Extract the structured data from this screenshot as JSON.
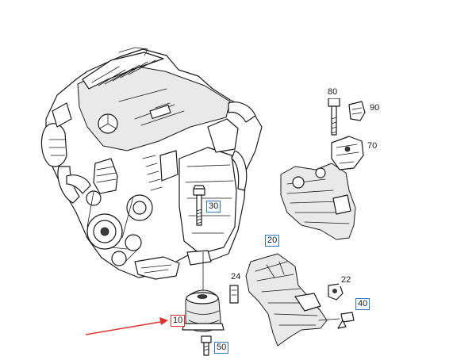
{
  "callouts": {
    "p10": "10",
    "p20": "20",
    "p22": "22",
    "p24": "24",
    "p30": "30",
    "p40": "40",
    "p50": "50",
    "p70": "70",
    "p80": "80",
    "p90": "90"
  },
  "colors": {
    "callout_box_blue": "#2f78c4",
    "callout_box_red": "#e0322a",
    "pointer_arrow": "#e0322a",
    "line_art": "#1a1a1a"
  }
}
